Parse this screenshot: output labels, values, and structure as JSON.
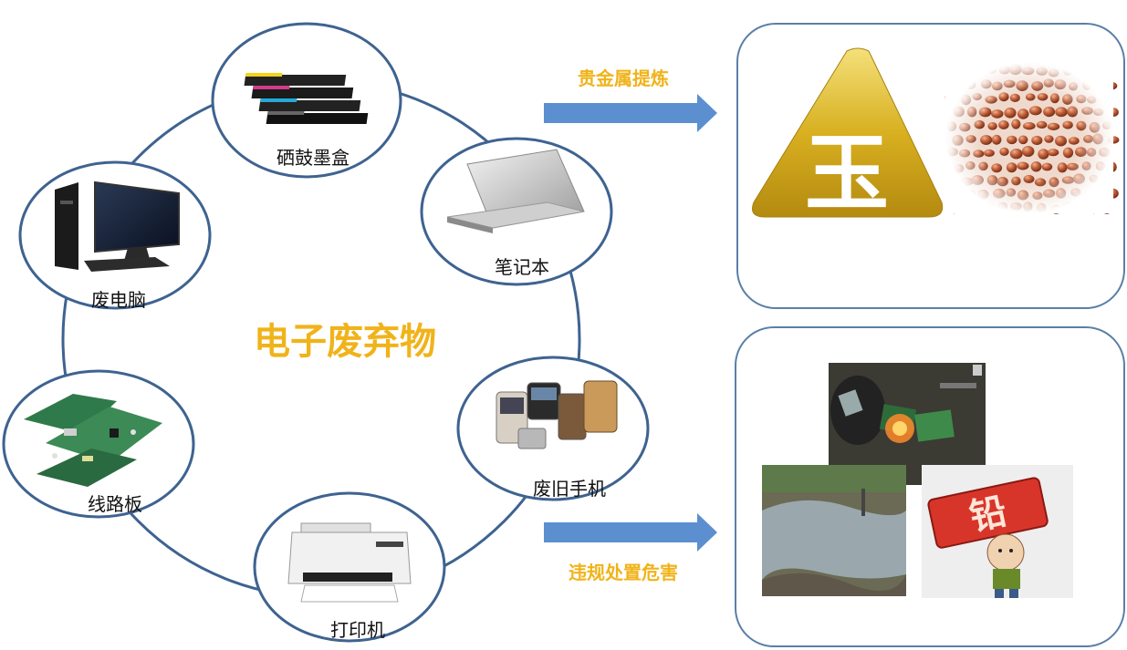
{
  "center_title": "电子废弃物",
  "items": [
    {
      "label": "硒鼓墨盒",
      "icon": "toner-cartridge-icon"
    },
    {
      "label": "笔记本",
      "icon": "laptop-icon"
    },
    {
      "label": "废旧手机",
      "icon": "mobile-phone-icon"
    },
    {
      "label": "打印机",
      "icon": "printer-icon"
    },
    {
      "label": "线路板",
      "icon": "circuit-board-icon"
    },
    {
      "label": "废电脑",
      "icon": "desktop-computer-icon"
    }
  ],
  "outcomes": {
    "top": {
      "label": "贵金属提炼",
      "symbol": "玉"
    },
    "bottom": {
      "label": "违规处置危害",
      "symbol": "铅"
    }
  },
  "colors": {
    "accent_gold": "#f0b31a",
    "ring_blue": "#3e6390",
    "arrow_blue": "#5b8fcf",
    "panel_border": "#5a7fa8"
  }
}
